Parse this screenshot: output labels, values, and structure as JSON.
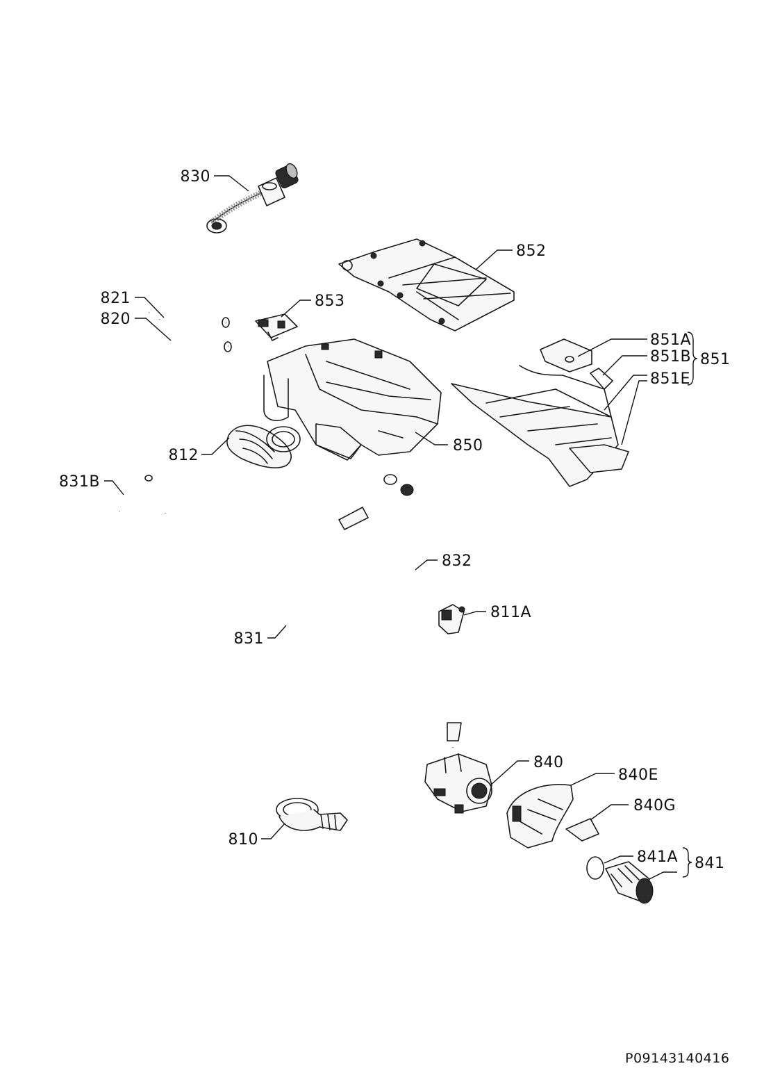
{
  "document_id": "P09143140416",
  "callouts": {
    "p830": "830",
    "p852": "852",
    "p821": "821",
    "p820": "820",
    "p853": "853",
    "p851A": "851A",
    "p851B": "851B",
    "p851E": "851E",
    "p851": "851",
    "p812": "812",
    "p850": "850",
    "p831B": "831B",
    "p832": "832",
    "p811A": "811A",
    "p831": "831",
    "p840": "840",
    "p840E": "840E",
    "p840G": "840G",
    "p810": "810",
    "p841A": "841A",
    "p841": "841"
  }
}
